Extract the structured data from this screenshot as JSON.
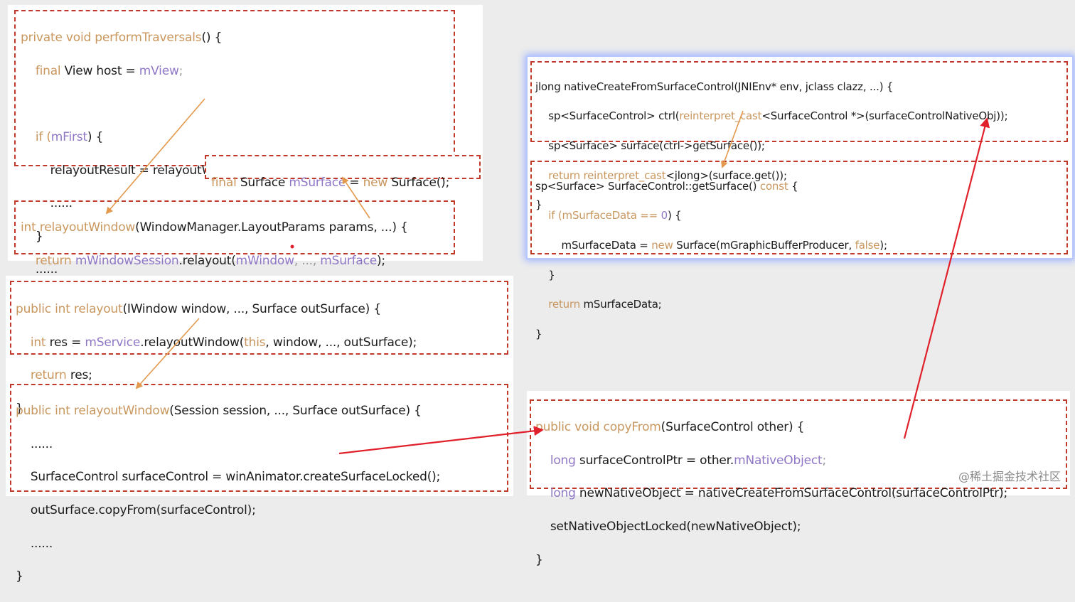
{
  "panel1": {
    "lines": [
      [
        "private void ",
        "performTraversals",
        "() {"
      ],
      [
        "    final ",
        "View host = ",
        "mView",
        ";"
      ],
      [
        ""
      ],
      [
        "    if (",
        "mFirst",
        ") {"
      ],
      [
        "        relayoutResult = relayoutWindow(params",
        ", ...);"
      ],
      [
        "        ......"
      ],
      [
        "    }"
      ],
      [
        "    ......"
      ],
      [
        "}"
      ]
    ],
    "surface_field": [
      "final ",
      "Surface ",
      "mSurface",
      " = ",
      "new ",
      "Surface();"
    ],
    "relayout_window": [
      [
        "int ",
        "relayoutWindow",
        "(WindowManager.LayoutParams params, ...) {"
      ],
      [
        "    return ",
        "mWindowSession",
        ".relayout(",
        "mWindow",
        ", ...,",
        " mSurface",
        ");"
      ],
      [
        "}"
      ]
    ]
  },
  "panel2": {
    "relayout": [
      [
        "public int ",
        "relayout",
        "(IWindow window, ..., Surface outSurface) {"
      ],
      [
        "    int ",
        "res = ",
        "mService",
        ".relayoutWindow(",
        "this",
        ", window, ..., outSurface);"
      ],
      [
        "    return ",
        "res;"
      ],
      [
        "}"
      ]
    ],
    "relayout_window": [
      [
        "public int ",
        "relayoutWindow",
        "(Session session, ..., Surface outSurface) {"
      ],
      [
        "    ......"
      ],
      [
        "    SurfaceControl surfaceControl = winAnimator.createSurfaceLocked();"
      ],
      [
        "    outSurface.copyFrom(surfaceControl);"
      ],
      [
        "    ......"
      ],
      [
        "}"
      ]
    ]
  },
  "panel3": {
    "native_create": [
      [
        "jlong nativeCreateFromSurfaceControl(JNIEnv* env, jclass clazz, ...) {"
      ],
      [
        "    sp<SurfaceControl> ctrl(",
        "reinterpret_cast",
        "<SurfaceControl *>(surfaceControlNativeObj));"
      ],
      [
        "    sp<Surface> surface(ctrl->getSurface());"
      ],
      [
        "    return ",
        "reinterpret_cast",
        "<jlong>(surface.get());"
      ],
      [
        "}"
      ]
    ],
    "get_surface": [
      [
        "sp<Surface> SurfaceControl::getSurface() ",
        "const",
        " {"
      ],
      [
        "    if (mSurfaceData == ",
        "0",
        ") {"
      ],
      [
        "        mSurfaceData = ",
        "new ",
        "Surface(mGraphicBufferProducer, ",
        "false",
        ");"
      ],
      [
        "    }"
      ],
      [
        "    return ",
        "mSurfaceData;"
      ],
      [
        "}"
      ]
    ]
  },
  "panel4": {
    "copy_from": [
      [
        "public void ",
        "copyFrom",
        "(SurfaceControl other) {"
      ],
      [
        "    long ",
        "surfaceControlPtr = other.",
        "mNativeObject",
        ";"
      ],
      [
        "    long ",
        "newNativeObject = nativeCreateFromSurfaceControl(surfaceControlPtr);"
      ],
      [
        "    setNativeObjectLocked(newNativeObject);"
      ],
      [
        "}"
      ]
    ]
  },
  "watermark": "@稀土掘金技术社区",
  "colors": {
    "keyword": "#c9975e",
    "variable": "#8f77c6",
    "box_border": "#c0392b",
    "arrow_orange": "#e39a4e",
    "arrow_red": "#e0202a"
  }
}
